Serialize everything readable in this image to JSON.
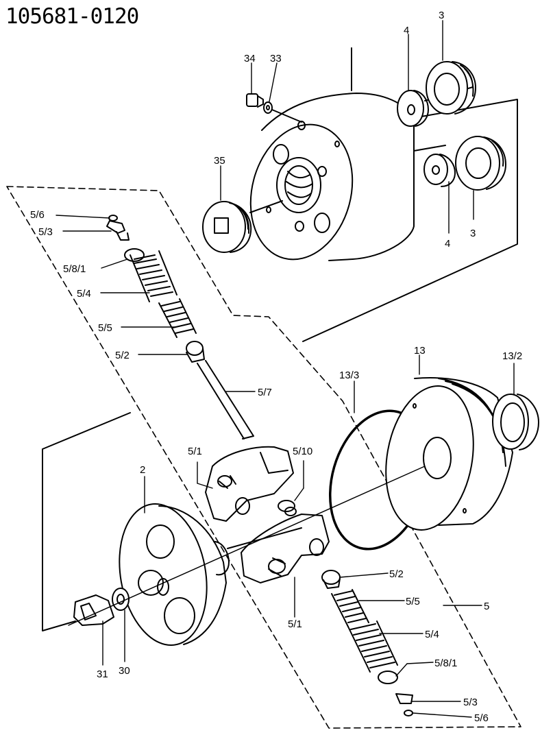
{
  "title": "105681-0120",
  "labels": {
    "l34": "34",
    "l33": "33",
    "l4a": "4",
    "l3a": "3",
    "l35": "35",
    "l4b": "4",
    "l3b": "3",
    "l56a": "5/6",
    "l53a": "5/3",
    "l581a": "5/8/1",
    "l54a": "5/4",
    "l55a": "5/5",
    "l52a": "5/2",
    "l57": "5/7",
    "l51a": "5/1",
    "l510": "5/10",
    "l2": "2",
    "l133": "13/3",
    "l13": "13",
    "l132": "13/2",
    "l52b": "5/2",
    "l55b": "5/5",
    "l5": "5",
    "l51b": "5/1",
    "l54b": "5/4",
    "l581b": "5/8/1",
    "l53b": "5/3",
    "l56b": "5/6",
    "l31": "31",
    "l30": "30"
  }
}
